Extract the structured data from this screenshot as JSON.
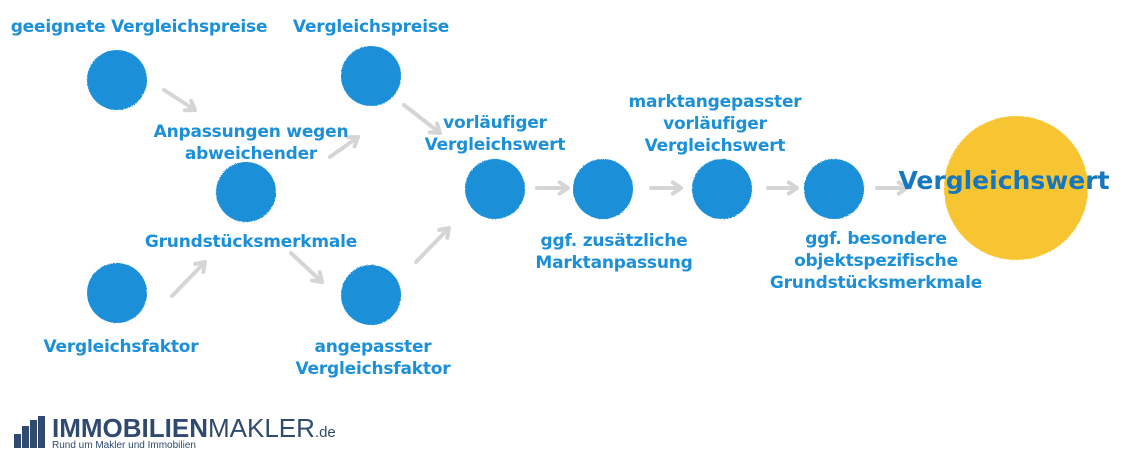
{
  "colors": {
    "node": "#1c8fd9",
    "final_node": "#f8c530",
    "arrow": "#d5d5d5",
    "label": "#1c8fd9",
    "final_label": "#1577bf"
  },
  "labels": {
    "geeignete_vergleichspreise": "geeignete Vergleichspreise",
    "vergleichspreise": "Vergleichspreise",
    "anpassungen": "Anpassungen wegen\nabweichender",
    "grundstuecksmerkmale": "Grundstücksmerkmale",
    "vergleichsfaktor": "Vergleichsfaktor",
    "angepasster_vergleichsfaktor": "angepasster\nVergleichsfaktor",
    "vorlaeufiger_vergleichswert": "vorläufiger\nVergleichswert",
    "marktanpassung": "ggf. zusätzliche\nMarktanpassung",
    "marktangepasster_wert": "marktangepasster\nvorläufiger\nVergleichswert",
    "besondere_merkmale": "ggf. besondere\nobjektspezifische\nGrundstücksmerkmale",
    "vergleichswert": "Vergleichswert"
  },
  "logo": {
    "name_bold": "IMMOBILIEN",
    "name_light": "MAKLER",
    "tld": ".de",
    "tagline": "Rund um Makler und Immobilien"
  }
}
